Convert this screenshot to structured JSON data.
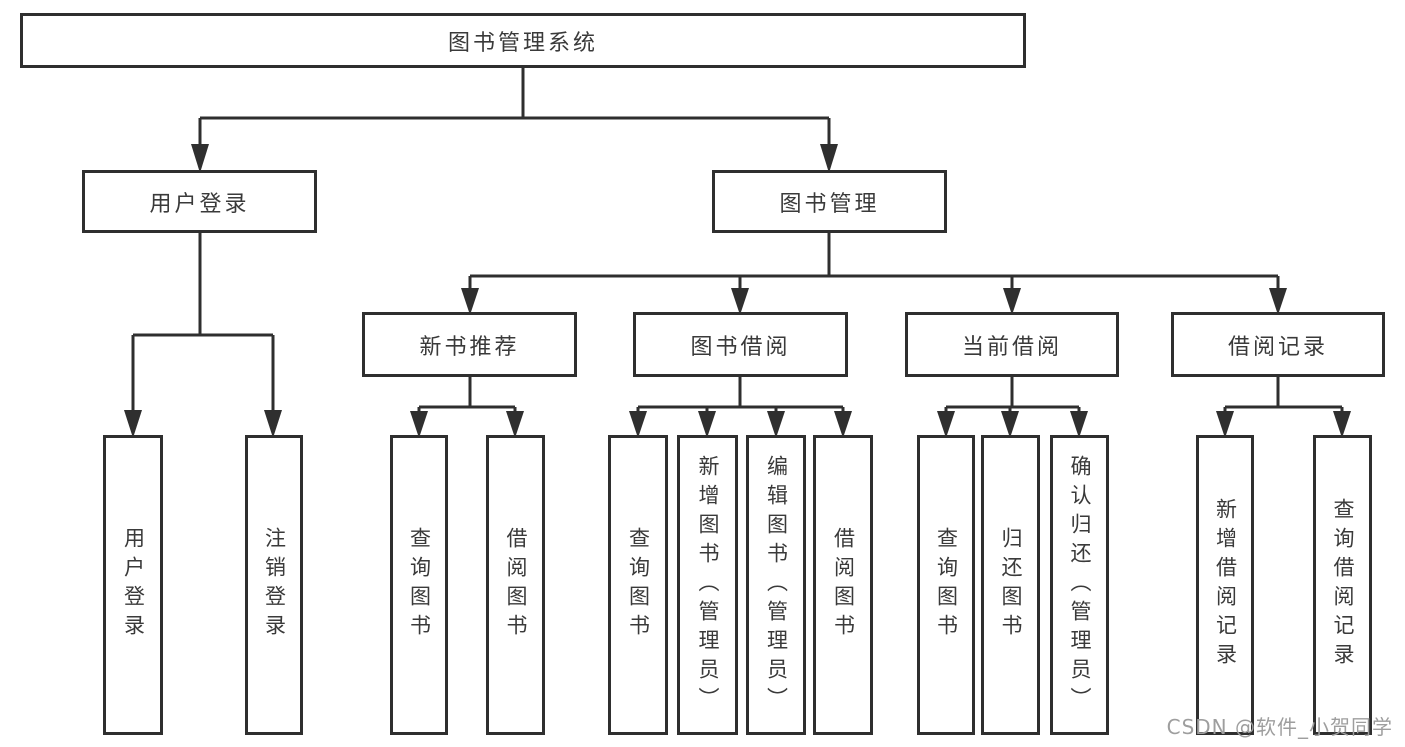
{
  "tree": {
    "root": {
      "label": "图书管理系统",
      "children": [
        {
          "label": "用户登录",
          "children": [
            {
              "label": "用户登录"
            },
            {
              "label": "注销登录"
            }
          ]
        },
        {
          "label": "图书管理",
          "children": [
            {
              "label": "新书推荐",
              "children": [
                {
                  "label": "查询图书"
                },
                {
                  "label": "借阅图书"
                }
              ]
            },
            {
              "label": "图书借阅",
              "children": [
                {
                  "label": "查询图书"
                },
                {
                  "label": "新增图书（管理员）"
                },
                {
                  "label": "编辑图书（管理员）"
                },
                {
                  "label": "借阅图书"
                }
              ]
            },
            {
              "label": "当前借阅",
              "children": [
                {
                  "label": "查询图书"
                },
                {
                  "label": "归还图书"
                },
                {
                  "label": "确认归还（管理员）"
                }
              ]
            },
            {
              "label": "借阅记录",
              "children": [
                {
                  "label": "新增借阅记录"
                },
                {
                  "label": "查询借阅记录"
                }
              ]
            }
          ]
        }
      ]
    }
  },
  "watermark": "CSDN @软件_小贺同学",
  "colors": {
    "line": "#2f2f2f",
    "text": "#3a3a3a",
    "watermark": "#9e9e9e",
    "background": "#ffffff"
  }
}
